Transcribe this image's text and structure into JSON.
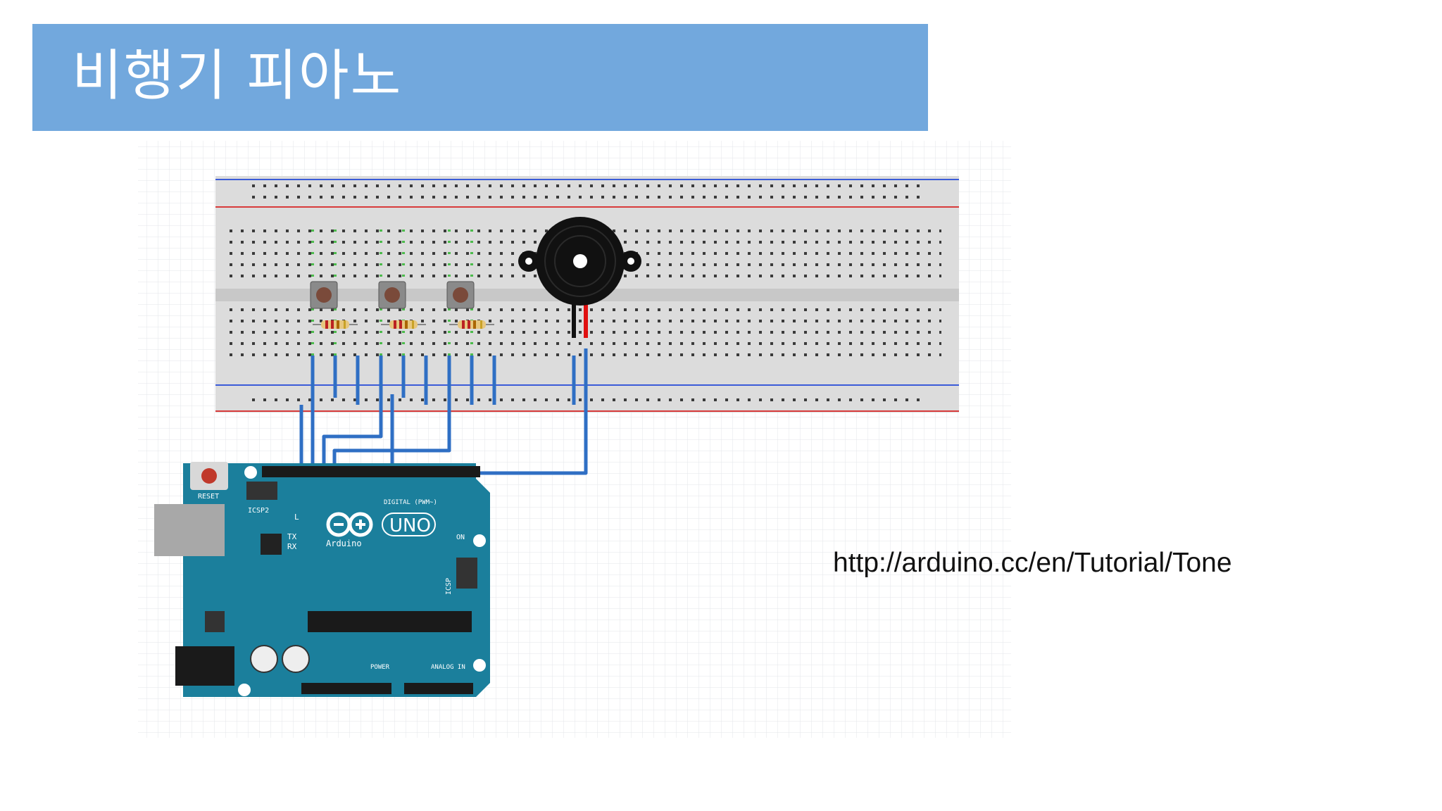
{
  "slide": {
    "title": "비행기 피아노",
    "reference_url": "http://arduino.cc/en/Tutorial/Tone"
  },
  "board": {
    "reset_label": "RESET",
    "icsp2_label": "ICSP2",
    "icsp_label": "ICSP",
    "l_label": "L",
    "tx_label": "TX",
    "rx_label": "RX",
    "on_label": "ON",
    "brand": "Arduino",
    "model": "UNO",
    "digital_label": "DIGITAL (PWM~)",
    "power_label": "POWER",
    "analog_label": "ANALOG IN"
  },
  "colors": {
    "banner": "#72a8dd",
    "wire": "#2f6fc4",
    "board": "#1b7f9c",
    "breadboard": "#dcdcdc",
    "rail_red": "#d83b3b",
    "rail_blue": "#3b5bd8"
  },
  "components": {
    "buttons": 3,
    "resistors": 3,
    "buzzer": 1
  }
}
